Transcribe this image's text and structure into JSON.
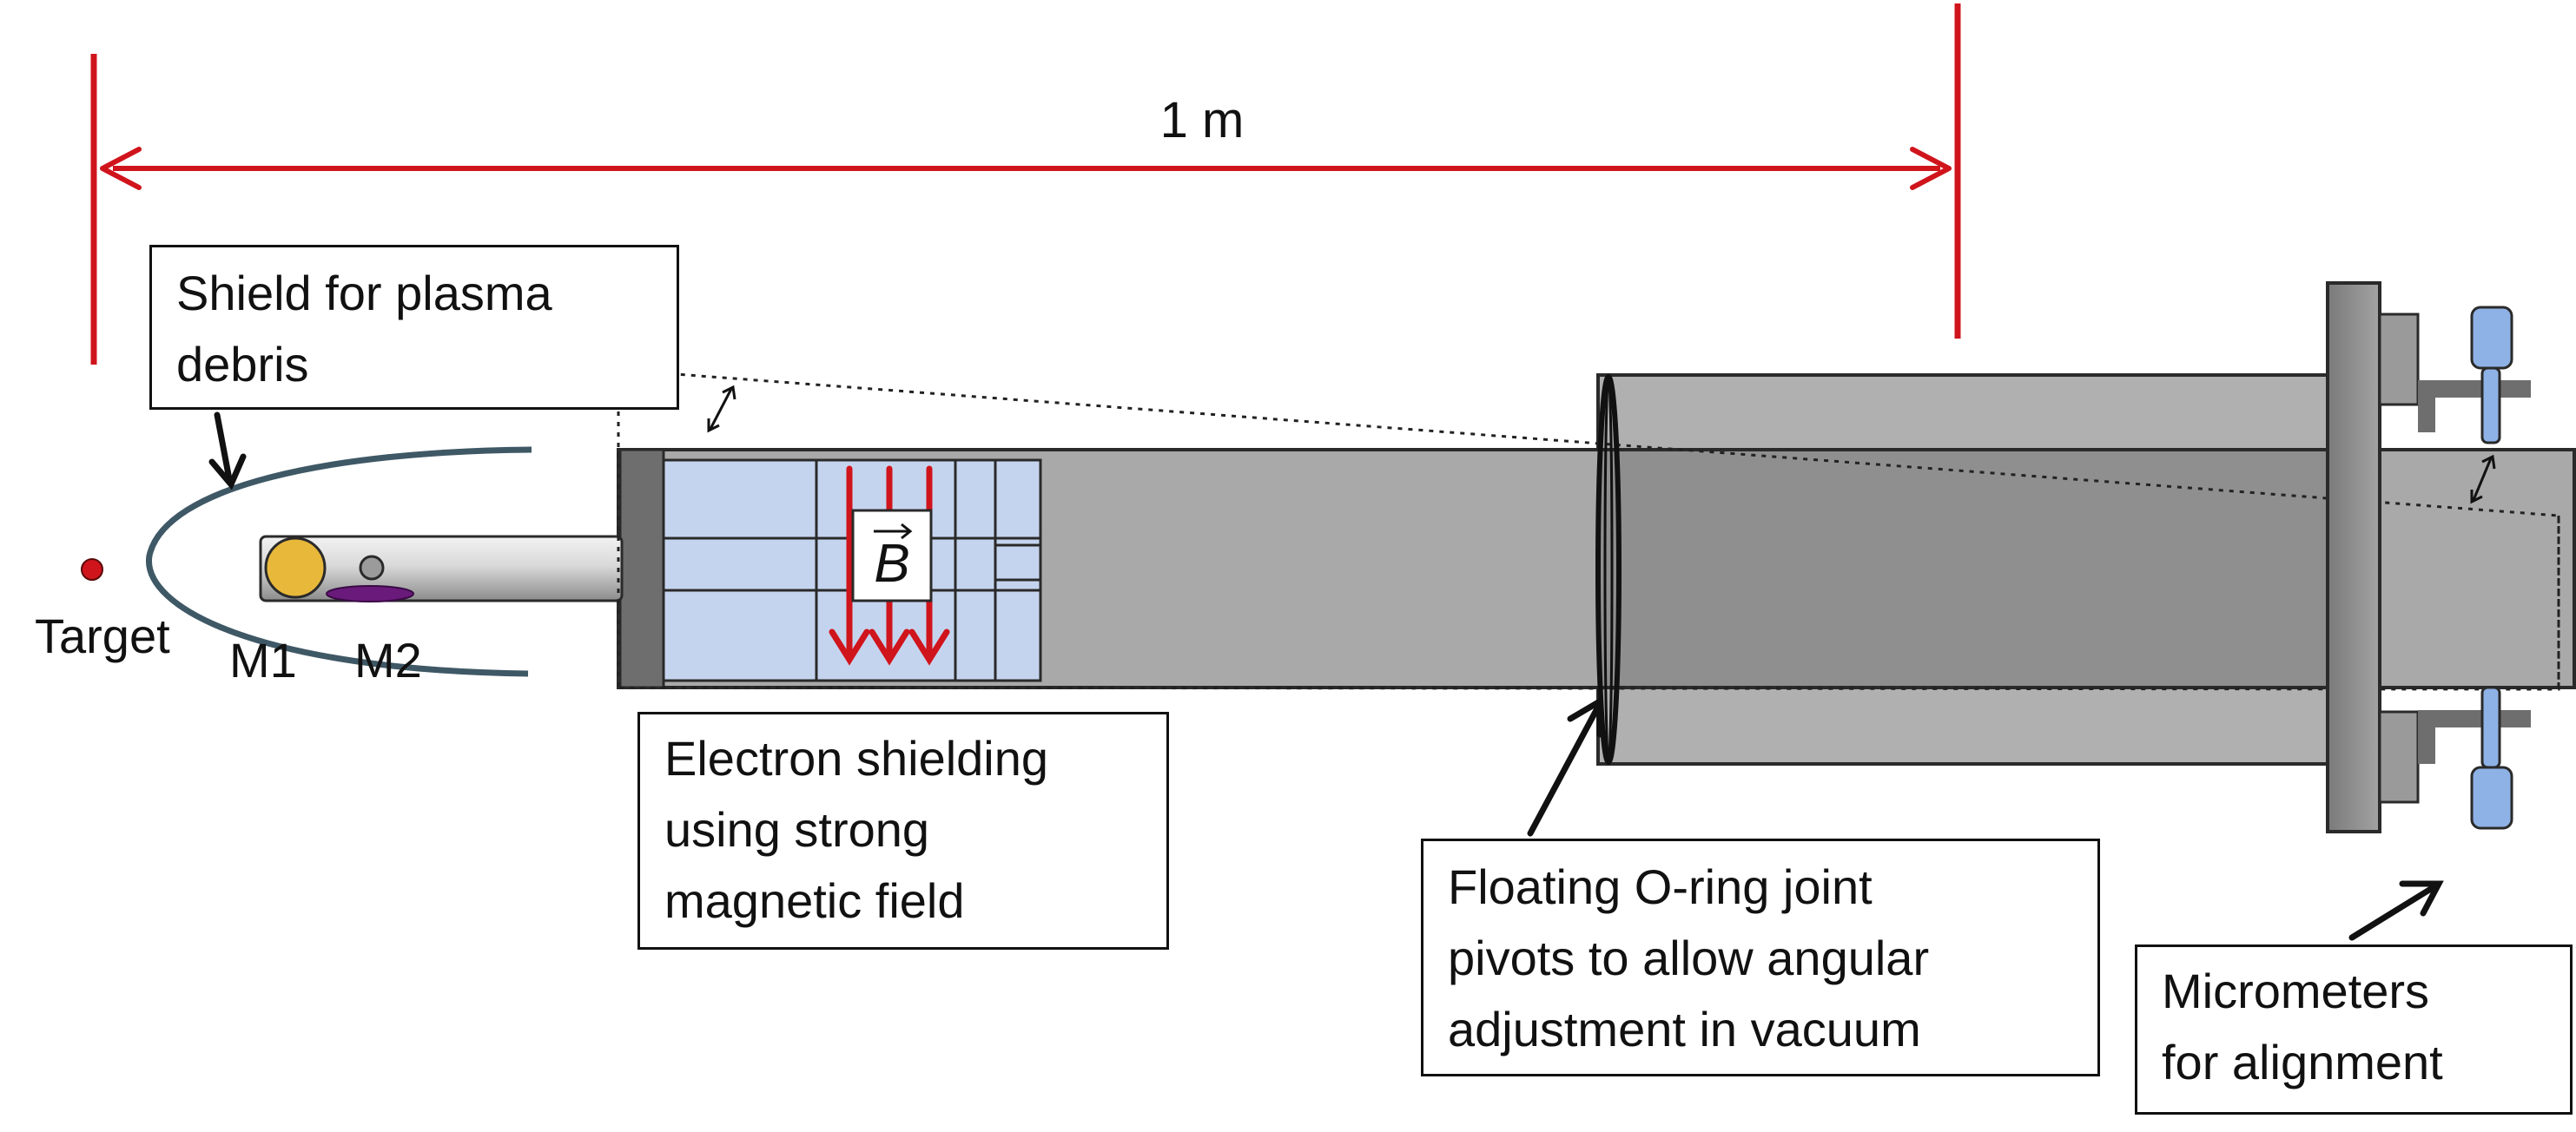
{
  "scale_bar": {
    "label": "1 m"
  },
  "labels": {
    "target": "Target",
    "m1": "M1",
    "m2": "M2",
    "b_field": "B"
  },
  "callouts": {
    "shield": {
      "line1": "Shield for plasma",
      "line2": "debris"
    },
    "electron": {
      "line1": "Electron shielding",
      "line2": "using strong",
      "line3": "magnetic field"
    },
    "oring": {
      "line1": "Floating O-ring joint",
      "line2": "pivots to allow angular",
      "line3": "adjustment in vacuum"
    },
    "micrometers": {
      "line1": "Micrometers",
      "line2": "for alignment"
    }
  },
  "colors": {
    "scale_red": "#d0141c",
    "tube_gray": "#a9a9a9",
    "flange_gray": "#8f8f8f",
    "magnet_blue": "#c5d4ee",
    "shield_curve": "#3f5866",
    "m1_gold": "#e8b83a",
    "m2_purple": "#6a1a7a",
    "micrometer_blue": "#8eb2e6"
  }
}
